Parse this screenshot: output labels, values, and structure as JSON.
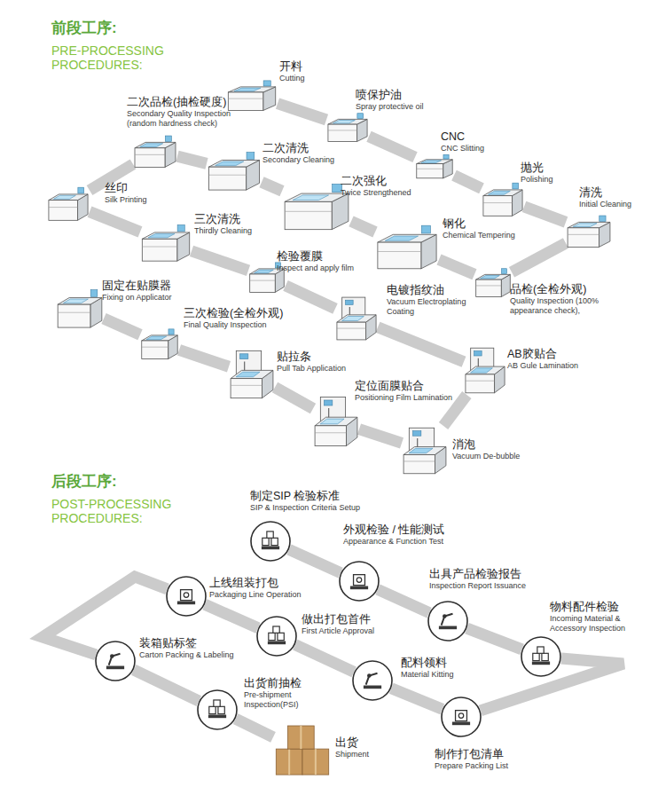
{
  "diagram": {
    "nodes": [
      {
        "text": [
          "开料",
          "Cutting"
        ]
      },
      {
        "text": [
          "喷保护油",
          "Spray protective oil"
        ]
      },
      {
        "text": [
          "CNC",
          "CNC Slitting"
        ]
      },
      {
        "text": [
          "抛光",
          "Polishing"
        ]
      },
      {
        "text": [
          "清洗",
          "Initial Cleaning"
        ]
      },
      {
        "text": [
          "品检(全检外观)",
          "Quality Inspection (100% appearance check),"
        ]
      },
      {
        "text": [
          "钢化",
          "Chemical Tempering"
        ]
      },
      {
        "text": [
          "二次强化",
          "Twice Strengthened"
        ]
      },
      {
        "text": [
          "二次清洗",
          "Secondary Cleaning"
        ]
      },
      {
        "text": [
          "二次品检(抽检硬度)",
          "Secondary Quality Inspection (random hardness check)"
        ]
      },
      {
        "text": [
          "丝印",
          "Silk Printing"
        ]
      },
      {
        "text": [
          "三次清洗",
          "Thirdly Cleaning"
        ]
      },
      {
        "text": [
          "检验覆膜",
          "Inspect and apply film"
        ]
      },
      {
        "text": [
          "电镀指纹油",
          "Vacuum Electroplating Coating"
        ]
      },
      {
        "text": [
          "AB胶贴合",
          "AB Gule Lamination"
        ]
      },
      {
        "text": [
          "消泡",
          "Vacuum De-bubble"
        ]
      },
      {
        "text": [
          "定位面膜贴合",
          "Positioning Film Lamination"
        ]
      },
      {
        "text": [
          "贴拉条",
          "Pull Tab Application"
        ]
      },
      {
        "text": [
          "三次检验(全检外观)",
          "Final Quality Inspection"
        ]
      },
      {
        "text": [
          "固定在贴膜器",
          "Fixing on Applicator"
        ]
      },
      {
        "text": [
          "制定SIP 检验标准",
          "SIP & Inspection Criteria Setup"
        ]
      },
      {
        "text": [
          "外观检验 / 性能测试",
          "Appearance & Function Test"
        ]
      },
      {
        "text": [
          "出具产品检验报告",
          "Inspection Report Issuance"
        ]
      },
      {
        "text": [
          "物料配件检验",
          "Incoming Material & Accessory Inspection"
        ]
      },
      {
        "text": [
          "制作打包清单",
          "Prepare Packing List"
        ]
      },
      {
        "text": [
          "配料领料",
          "Material Kitting"
        ]
      },
      {
        "text": [
          "做出打包首件",
          "First Article Approval"
        ]
      },
      {
        "text": [
          "上线组装打包",
          "Packaging Line Operation"
        ]
      },
      {
        "text": [
          "装箱贴标签",
          "Carton Packing & Labeling"
        ]
      },
      {
        "text": [
          "出货前抽检",
          "Pre-shipment Inspection(PSI)"
        ]
      },
      {
        "text": [
          "出货",
          "Shipment"
        ]
      }
    ],
    "edges": [
      {
        "from": 0,
        "to": 1,
        "arrow": "none"
      },
      {
        "from": 1,
        "to": 2,
        "arrow": "none"
      },
      {
        "from": 2,
        "to": 3,
        "arrow": "none"
      },
      {
        "from": 3,
        "to": 4,
        "arrow": "none"
      },
      {
        "from": 4,
        "to": 5,
        "arrow": "none"
      },
      {
        "from": 5,
        "to": 6,
        "arrow": "none"
      },
      {
        "from": 6,
        "to": 7,
        "arrow": "none"
      },
      {
        "from": 7,
        "to": 8,
        "arrow": "none"
      },
      {
        "from": 8,
        "to": 9,
        "arrow": "none"
      },
      {
        "from": 9,
        "to": 10,
        "arrow": "none"
      },
      {
        "from": 10,
        "to": 11,
        "arrow": "none"
      },
      {
        "from": 11,
        "to": 12,
        "arrow": "none"
      },
      {
        "from": 12,
        "to": 13,
        "arrow": "none"
      },
      {
        "from": 13,
        "to": 14,
        "arrow": "none"
      },
      {
        "from": 14,
        "to": 15,
        "arrow": "none"
      },
      {
        "from": 15,
        "to": 16,
        "arrow": "none"
      },
      {
        "from": 16,
        "to": 17,
        "arrow": "none"
      },
      {
        "from": 17,
        "to": 18,
        "arrow": "none"
      },
      {
        "from": 18,
        "to": 19,
        "arrow": "none"
      },
      {
        "from": 20,
        "to": 21,
        "arrow": "none"
      },
      {
        "from": 21,
        "to": 22,
        "arrow": "none"
      },
      {
        "from": 22,
        "to": 23,
        "arrow": "none"
      },
      {
        "from": 23,
        "to": 24,
        "arrow": "none"
      },
      {
        "from": 24,
        "to": 25,
        "arrow": "none"
      },
      {
        "from": 25,
        "to": 26,
        "arrow": "none"
      },
      {
        "from": 26,
        "to": 27,
        "arrow": "none"
      },
      {
        "from": 27,
        "to": 28,
        "arrow": "none"
      },
      {
        "from": 28,
        "to": 29,
        "arrow": "none"
      },
      {
        "from": 29,
        "to": 30,
        "arrow": "none"
      }
    ],
    "labels": [
      "前段工序:",
      "PRE-PROCESSING PROCEDURES:",
      "后段工序:",
      "POST-PROCESSING PROCEDURES:"
    ]
  }
}
